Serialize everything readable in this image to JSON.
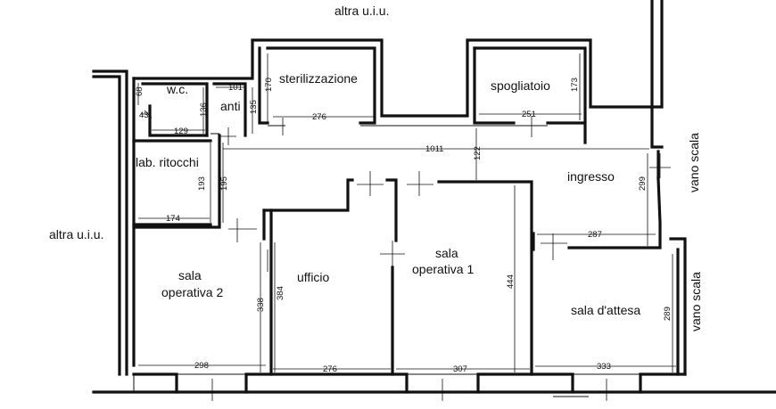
{
  "plan": {
    "labels": {
      "altra_top": "altra u.i.u.",
      "altra_left": "altra u.i.u.",
      "sterilizzazione": "sterilizzazione",
      "spogliatoio": "spogliatoio",
      "wc": "w.c.",
      "anti": "anti",
      "lab": "lab. ritocchi",
      "ingresso": "ingresso",
      "vano_scala_1": "vano scala",
      "vano_scala_2": "vano scala",
      "sala_op1_a": "sala",
      "sala_op1_b": "operativa 1",
      "ufficio": "ufficio",
      "sala_op2_a": "sala",
      "sala_op2_b": "operativa 2",
      "sala_attesa": "sala d'attesa"
    },
    "dimensions": {
      "d68": "68",
      "d43": "43",
      "d129": "129",
      "d136": "136",
      "d101": "101",
      "d135": "135",
      "d170": "170",
      "d276_top": "276",
      "d251": "251",
      "d173": "173",
      "d1011": "1011",
      "d122": "122",
      "d193": "193",
      "d195": "195",
      "d174": "174",
      "d299": "299",
      "d287": "287",
      "d444": "444",
      "d338": "338",
      "d384": "384",
      "d289": "289",
      "d298": "298",
      "d276_bot": "276",
      "d307": "307",
      "d333": "333"
    }
  }
}
